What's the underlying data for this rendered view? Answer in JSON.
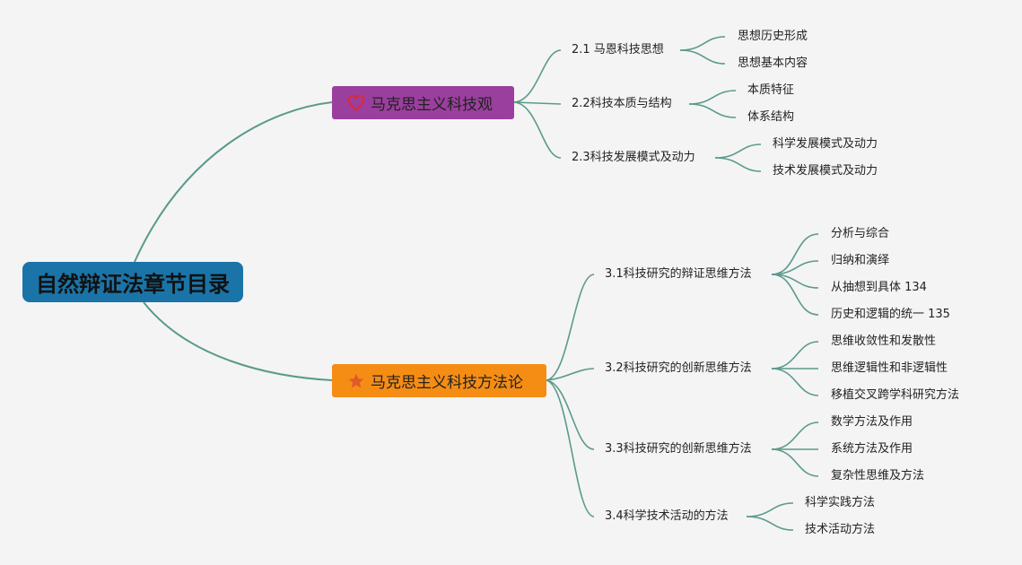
{
  "root": {
    "title": "自然辩证法章节目录"
  },
  "branches": [
    {
      "title": "马克思主义科技观",
      "icon": "heart-icon",
      "color": "#9b3f9e",
      "children": [
        {
          "title": "2.1 马恩科技思想",
          "children": [
            "思想历史形成",
            "思想基本内容"
          ]
        },
        {
          "title": "2.2科技本质与结构",
          "children": [
            "本质特征",
            "体系结构"
          ]
        },
        {
          "title": "2.3科技发展模式及动力",
          "children": [
            "科学发展模式及动力",
            "技术发展模式及动力"
          ]
        }
      ]
    },
    {
      "title": "马克思主义科技方法论",
      "icon": "star-icon",
      "color": "#f58d15",
      "children": [
        {
          "title": "3.1科技研究的辩证思维方法",
          "children": [
            "分析与综合",
            "归纳和演绎",
            "从抽想到具体 134",
            "历史和逻辑的统一 135"
          ]
        },
        {
          "title": "3.2科技研究的创新思维方法",
          "children": [
            "思维收敛性和发散性",
            "思维逻辑性和非逻辑性",
            "移植交叉跨学科研究方法"
          ]
        },
        {
          "title": "3.3科技研究的创新思维方法",
          "children": [
            "数学方法及作用",
            "系统方法及作用",
            "复杂性思维及方法"
          ]
        },
        {
          "title": "3.4科学技术活动的方法",
          "children": [
            "科学实践方法",
            "技术活动方法"
          ]
        }
      ]
    }
  ]
}
